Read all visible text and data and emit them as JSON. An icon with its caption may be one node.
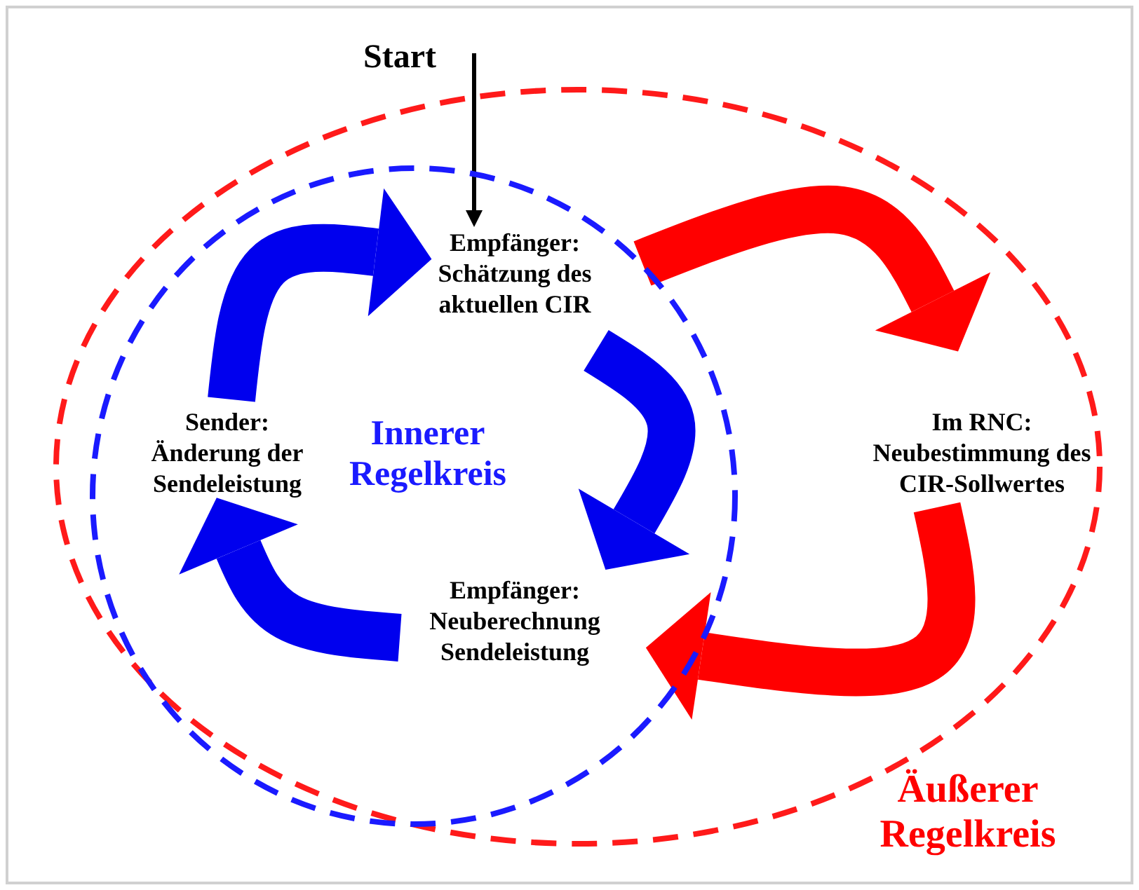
{
  "diagram": {
    "nodes": [
      {
        "text": [
          "Start"
        ]
      },
      {
        "text": [
          "Äußerer Regelkreis"
        ]
      },
      {
        "text": [
          "Innerer Regelkreis"
        ],
        "in": 1
      },
      {
        "text": [
          "Empfänger: Schätzung des aktuellen CIR"
        ],
        "in": 2
      },
      {
        "text": [
          "Sender: Änderung der Sendeleistung"
        ],
        "in": 2
      },
      {
        "text": [
          "Empfänger: Neuberechnung Sendeleistung"
        ],
        "in": 2
      },
      {
        "text": [
          "Im RNC: Neubestimmung des CIR-Sollwertes"
        ],
        "in": 1
      }
    ],
    "edges": [
      {
        "from": 0,
        "to": 3,
        "arrow": "to",
        "color": "#000000"
      },
      {
        "from": 4,
        "to": 3,
        "arrow": "to"
      },
      {
        "from": 3,
        "to": 5,
        "arrow": "to"
      },
      {
        "from": 5,
        "to": 4,
        "arrow": "to"
      },
      {
        "from": 3,
        "to": 6,
        "arrow": "to",
        "color": "#ff0000"
      },
      {
        "from": 6,
        "to": 5,
        "arrow": "to",
        "color": "#ff0000"
      }
    ]
  }
}
